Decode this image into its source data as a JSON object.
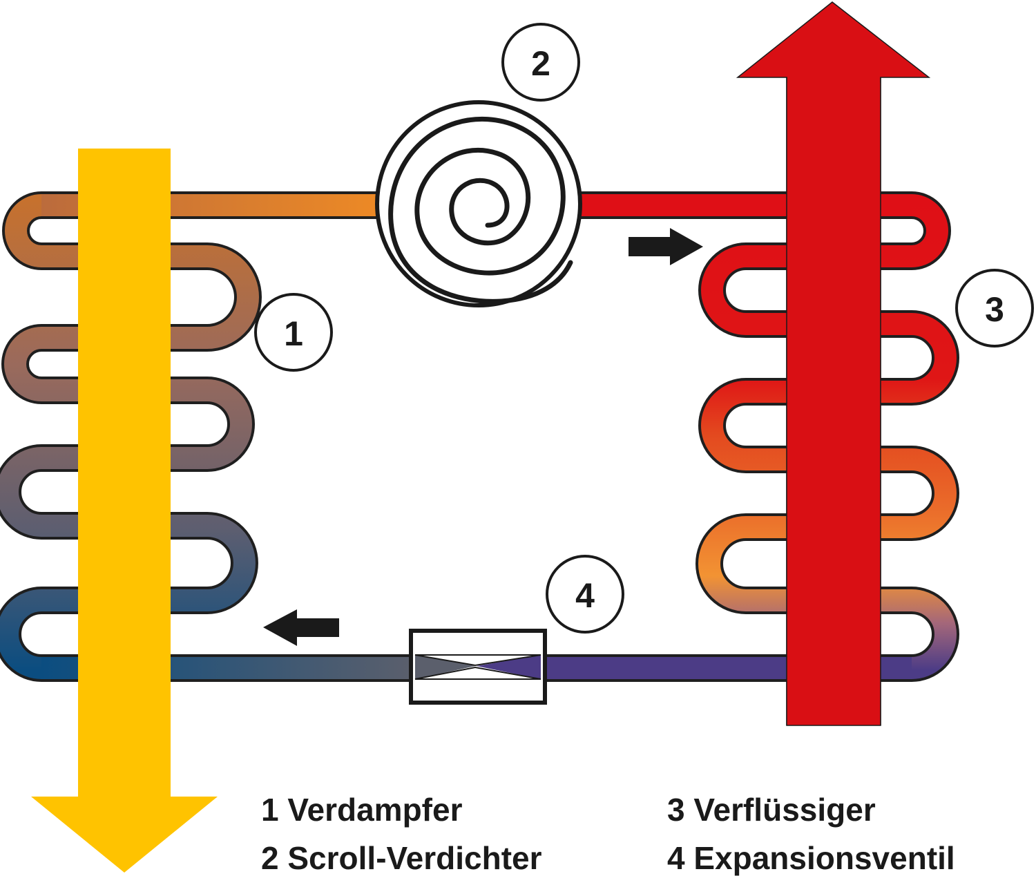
{
  "components": [
    {
      "id": "1",
      "label": "Verdampfer"
    },
    {
      "id": "2",
      "label": "Scroll-Verdichter"
    },
    {
      "id": "3",
      "label": "Verflüssiger"
    },
    {
      "id": "4",
      "label": "Expansionsventil"
    }
  ],
  "legend": {
    "item1": "1 Verdampfer",
    "item2": "2 Scroll-Verdichter",
    "item3": "3 Verflüssiger",
    "item4": "4 Expansionsventil"
  },
  "colors": {
    "source_arrow": "#ffc300",
    "heat_arrow": "#d90f14",
    "evaporator_warm": "#c6712e",
    "evaporator_cold": "#0b4d80",
    "condenser_hot": "#df0f16",
    "condenser_orange": "#f29333",
    "condenser_cool": "#4c3c86",
    "outline": "#1a1a1a"
  },
  "icons": {
    "compressor": "scroll-spiral-icon",
    "valve": "expansion-valve-icon",
    "flow": "flow-arrow-icon"
  }
}
